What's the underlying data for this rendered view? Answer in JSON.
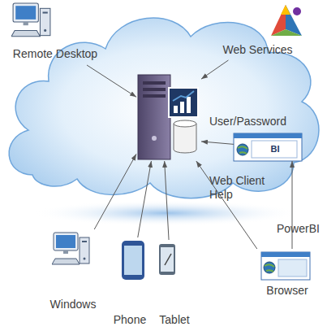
{
  "diagram": {
    "nodes": [
      {
        "text": [
          "Remote Desktop"
        ]
      },
      {
        "text": [
          "Web Services"
        ]
      },
      {
        "text": [
          "User/Password"
        ]
      },
      {
        "text": [
          "BI"
        ]
      },
      {
        "text": [
          "Windows"
        ]
      },
      {
        "text": [
          "Phone"
        ]
      },
      {
        "text": [
          "Tablet"
        ]
      },
      {
        "text": [
          "Browser"
        ]
      }
    ],
    "edges": [
      {
        "from": 0,
        "to": 2,
        "arrow": "to"
      },
      {
        "from": 1,
        "to": 2,
        "arrow": "to"
      },
      {
        "from": 3,
        "to": 2,
        "arrow": "to"
      },
      {
        "from": 4,
        "to": 2,
        "arrow": "to"
      },
      {
        "from": 5,
        "to": 2,
        "arrow": "to"
      },
      {
        "from": 6,
        "to": 2,
        "arrow": "to"
      },
      {
        "from": 7,
        "to": 2,
        "label": "Web Client Help",
        "arrow": "to"
      },
      {
        "from": 7,
        "to": 3,
        "label": "PowerBI",
        "arrow": "to"
      }
    ]
  }
}
